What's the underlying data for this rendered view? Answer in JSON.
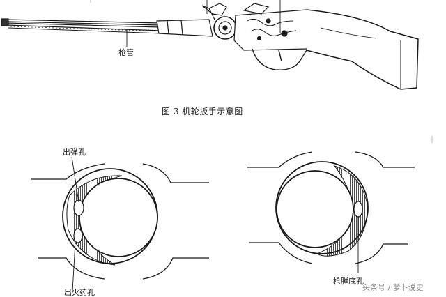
{
  "figure_caption": "图 3  机轮扳手示意图",
  "labels": {
    "barrel": "枪管",
    "muzzle_hole": "出弹孔",
    "flash_hole": "出火药孔",
    "chamber_hole": "枪膛底孔"
  },
  "watermark": "头条号 / 萝卜说史"
}
